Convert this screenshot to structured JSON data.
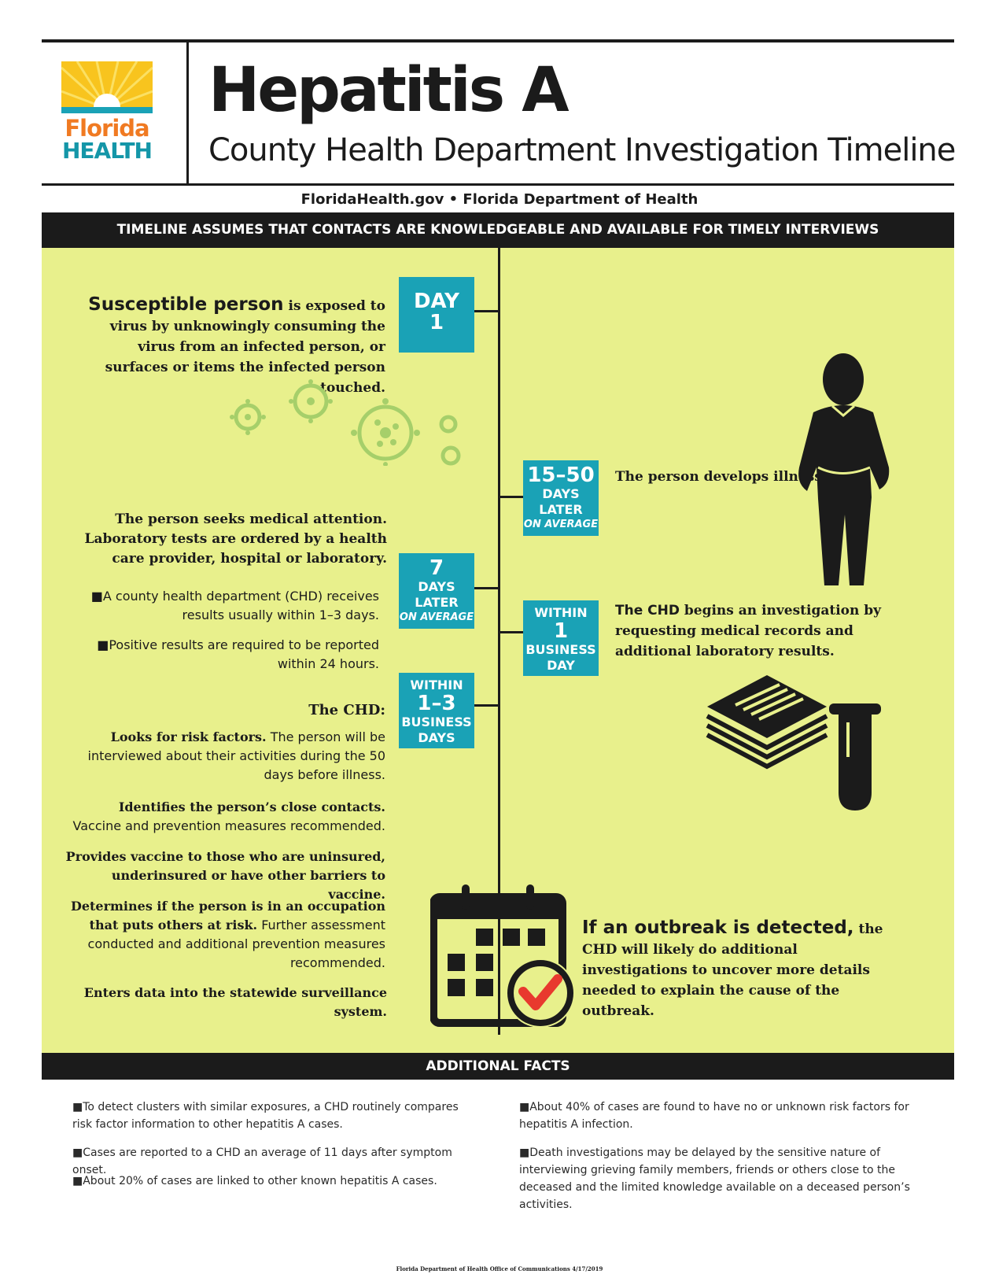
{
  "header": {
    "logo_word1": "Florida",
    "logo_word2": "HEALTH",
    "title": "Hepatitis A",
    "subtitle": "County Health Department Investigation Timeline",
    "site_line": "FloridaHealth.gov • Florida Department of Health"
  },
  "banner": "TIMELINE ASSUMES THAT CONTACTS ARE KNOWLEDGEABLE AND AVAILABLE FOR TIMELY INTERVIEWS",
  "timeline": {
    "day1": {
      "line1": "DAY",
      "line2": "1"
    },
    "days1550": {
      "line1": "15–50",
      "line2": "DAYS",
      "line3": "LATER",
      "line4": "ON AVERAGE"
    },
    "days7": {
      "line1": "7",
      "line2": "DAYS",
      "line3": "LATER",
      "line4": "ON AVERAGE"
    },
    "within1": {
      "line1": "WITHIN",
      "line2": "1",
      "line3": "BUSINESS",
      "line4": "DAY"
    },
    "within13": {
      "line1": "WITHIN",
      "line2": "1–3",
      "line3": "BUSINESS",
      "line4": "DAYS"
    }
  },
  "text": {
    "exposed_lead": "Susceptible person",
    "exposed_rest": " is exposed to virus by unknowingly consuming the virus from an infected person, or surfaces or items the infected person touched.",
    "illness": "The person develops illness.",
    "seeks": "The person seeks medical attention. Laboratory tests are ordered by a health care provider, hospital or laboratory.",
    "bullet1": "■A county health department (CHD) receives results usually within 1–3 days.",
    "bullet2": "■Positive results are required to be reported within 24 hours.",
    "chd_begins_bold": "The CHD",
    "chd_begins_rest": " begins an investigation by requesting medical records and additional laboratory results.",
    "the_chd": "The CHD:",
    "risk_bold": "Looks for risk factors.",
    "risk_rest": " The person will be interviewed about their activities during the 50 days before illness.",
    "contacts_bold": "Identifies the person’s close contacts.",
    "contacts_rest": "Vaccine and prevention measures recommended.",
    "vaccine": "Provides vaccine to those who are uninsured, underinsured or have other barriers to vaccine.",
    "occupation_bold": "Determines if the person is in an occupation that puts others at risk.",
    "occupation_rest": " Further assessment conducted and additional prevention measures recommended.",
    "enters": "Enters data into the statewide surveillance system.",
    "outbreak_lead": "If an outbreak is detected,",
    "outbreak_rest": " the CHD will likely do additional investigations to uncover more details needed to explain the cause of the outbreak."
  },
  "facts": {
    "heading": "ADDITIONAL FACTS",
    "left": [
      "■To detect clusters with similar exposures, a CHD routinely compares risk factor information to other hepatitis A cases.",
      "■Cases are reported to a CHD an average of 11 days after symptom onset.",
      "■About 20% of cases are linked to other known hepatitis A cases."
    ],
    "right": [
      "■About 40% of cases are found to have no or unknown risk factors for hepatitis A infection.",
      "■Death investigations may be delayed by the sensitive nature of interviewing grieving family members, friends or others close to the deceased and the limited knowledge available on a deceased person’s activities."
    ]
  },
  "footer": "Florida Department of Health Office of Communications 4/17/2019",
  "colors": {
    "panel": "#e8f08c",
    "teal": "#1aa2b6",
    "bar": "#1b1b1b",
    "check": "#e8392e",
    "virus": "#a6cf6a"
  },
  "icons": [
    "florida-health-logo",
    "virus-icon",
    "ill-person-icon",
    "documents-icon",
    "test-tube-icon",
    "calendar-check-icon"
  ]
}
